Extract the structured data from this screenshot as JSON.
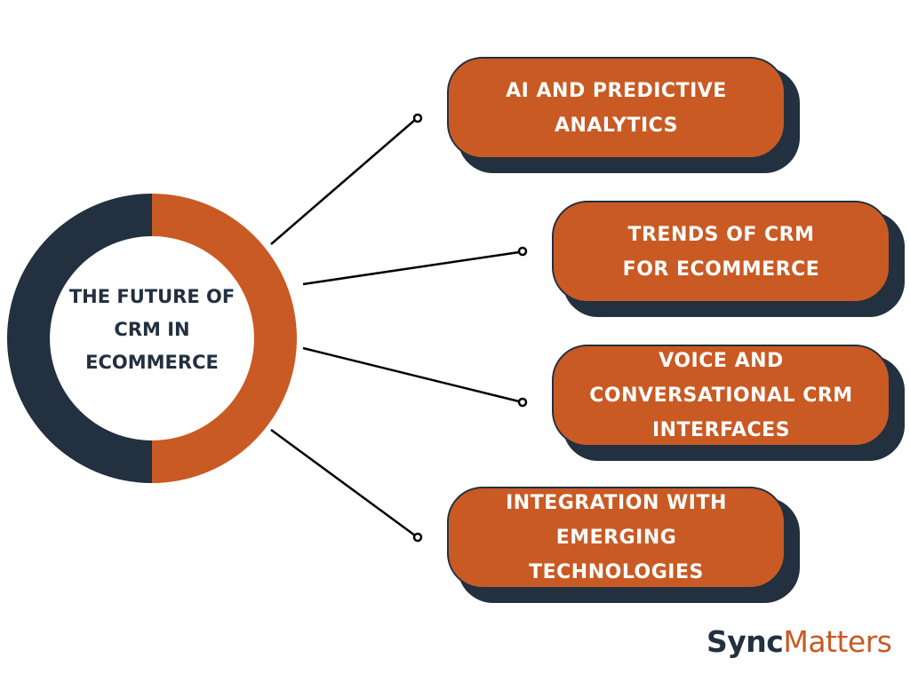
{
  "colors": {
    "accent": "#C95A24",
    "dark": "#22303F"
  },
  "center": {
    "title": "THE FUTURE OF CRM IN ECOMMERCE"
  },
  "items": [
    {
      "label": "AI AND PREDICTIVE ANALYTICS"
    },
    {
      "label": "TRENDS OF CRM FOR ECOMMERCE"
    },
    {
      "label": "VOICE AND CONVERSATIONAL CRM INTERFACES"
    },
    {
      "label": "INTEGRATION WITH EMERGING TECHNOLOGIES"
    }
  ],
  "logo": {
    "part1": "Sync",
    "part2": "Matters"
  }
}
